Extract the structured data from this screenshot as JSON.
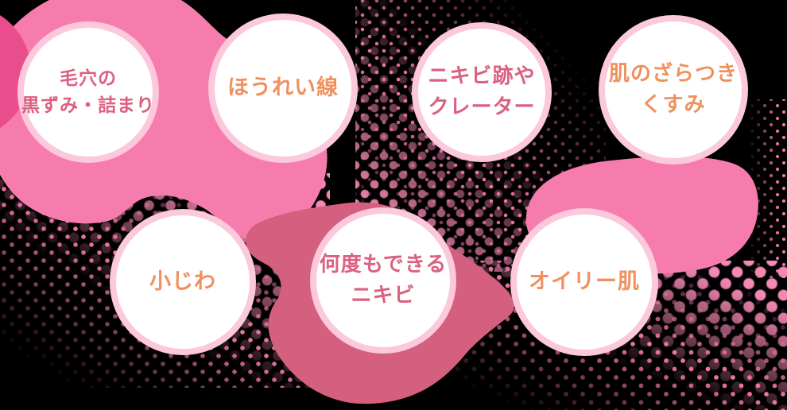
{
  "figure": {
    "description": "skin-concerns-infographic",
    "badges": [
      {
        "id": "pores",
        "lines": [
          "毛穴の",
          "黒ずみ・詰まり"
        ],
        "text_color": "#db6081"
      },
      {
        "id": "nasolabial",
        "lines": [
          "ほうれい線"
        ],
        "text_color": "#f0905f"
      },
      {
        "id": "acne-scars",
        "lines": [
          "ニキビ跡や",
          "クレーター"
        ],
        "text_color": "#db6081"
      },
      {
        "id": "rough-dull",
        "lines": [
          "肌のざらつき",
          "くすみ"
        ],
        "text_color": "#f0905f"
      },
      {
        "id": "fine-wrinkles",
        "lines": [
          "小じわ"
        ],
        "text_color": "#f0905f"
      },
      {
        "id": "recurring-acne",
        "lines": [
          "何度もできる",
          "ニキビ"
        ],
        "text_color": "#db6081"
      },
      {
        "id": "oily-skin",
        "lines": [
          "オイリー肌"
        ],
        "text_color": "#f0905f"
      }
    ]
  },
  "colors": {
    "background": "#000000",
    "blob_pink": "#f77cae",
    "blob_deep_pink": "#e94d8c",
    "blob_rose": "#d55f7e",
    "circle_ring": "#fbc8dc",
    "circle_fill": "#ffffff",
    "text_pink": "#db6081",
    "text_orange": "#f0905f",
    "dot_pink": "#f489b3",
    "dot_pink_small": "#f277a7"
  }
}
